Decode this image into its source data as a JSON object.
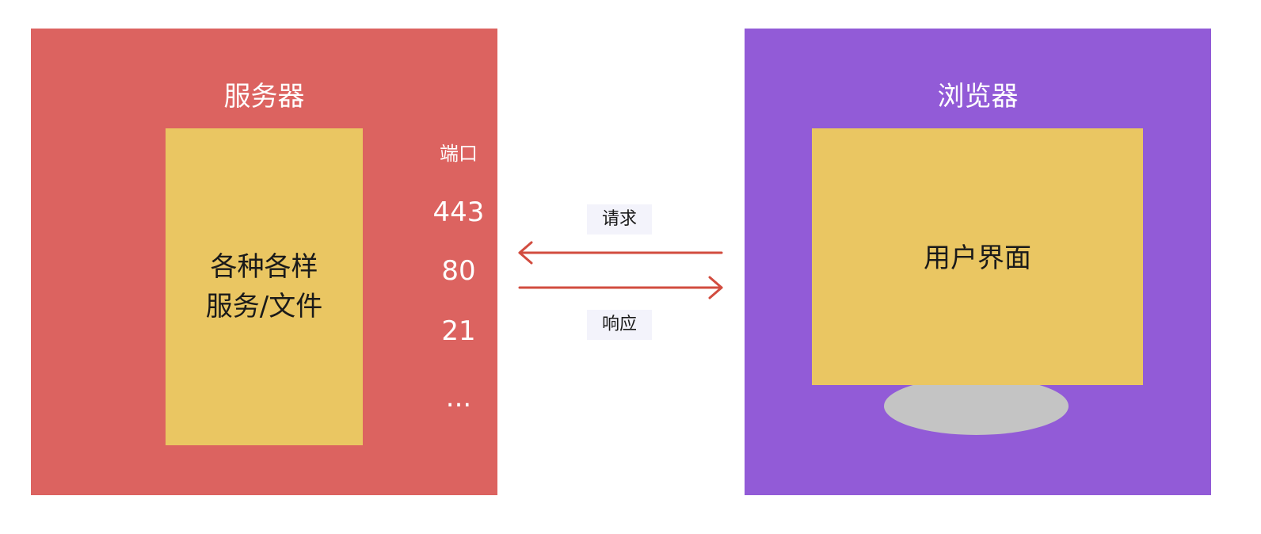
{
  "server": {
    "title": "服务器",
    "services_line1": "各种各样",
    "services_line2": "服务/文件",
    "ports_label": "端口",
    "ports": [
      "443",
      "80",
      "21",
      "..."
    ]
  },
  "browser": {
    "title": "浏览器",
    "screen_label": "用户界面"
  },
  "arrows": {
    "request_label": "请求",
    "response_label": "响应"
  },
  "colors": {
    "server_bg": "#dc6360",
    "browser_bg": "#925bd7",
    "inner_box": "#eac662",
    "stand": "#c4c4c4",
    "arrow": "#d24c3f",
    "label_bg": "#f3f3fb"
  }
}
